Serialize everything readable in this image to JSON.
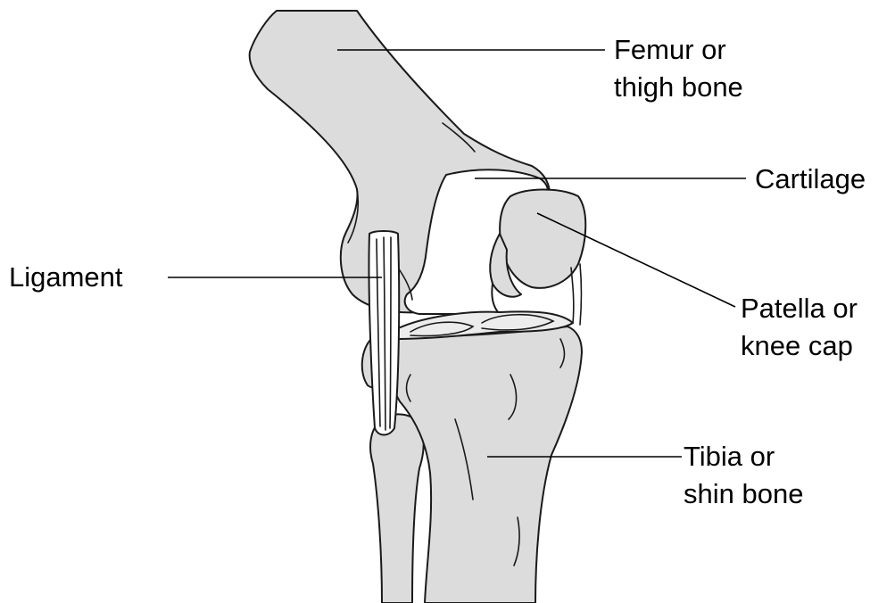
{
  "colors": {
    "bone": "#dcdcdc",
    "cartilage": "#ffffff",
    "outline": "#1a1a1a"
  },
  "labels": {
    "femur": [
      "Femur or",
      "thigh bone"
    ],
    "cartilage": [
      "Cartilage"
    ],
    "ligament": [
      "Ligament"
    ],
    "patella": [
      "Patella or",
      "knee cap"
    ],
    "tibia": [
      "Tibia or",
      "shin bone"
    ]
  }
}
